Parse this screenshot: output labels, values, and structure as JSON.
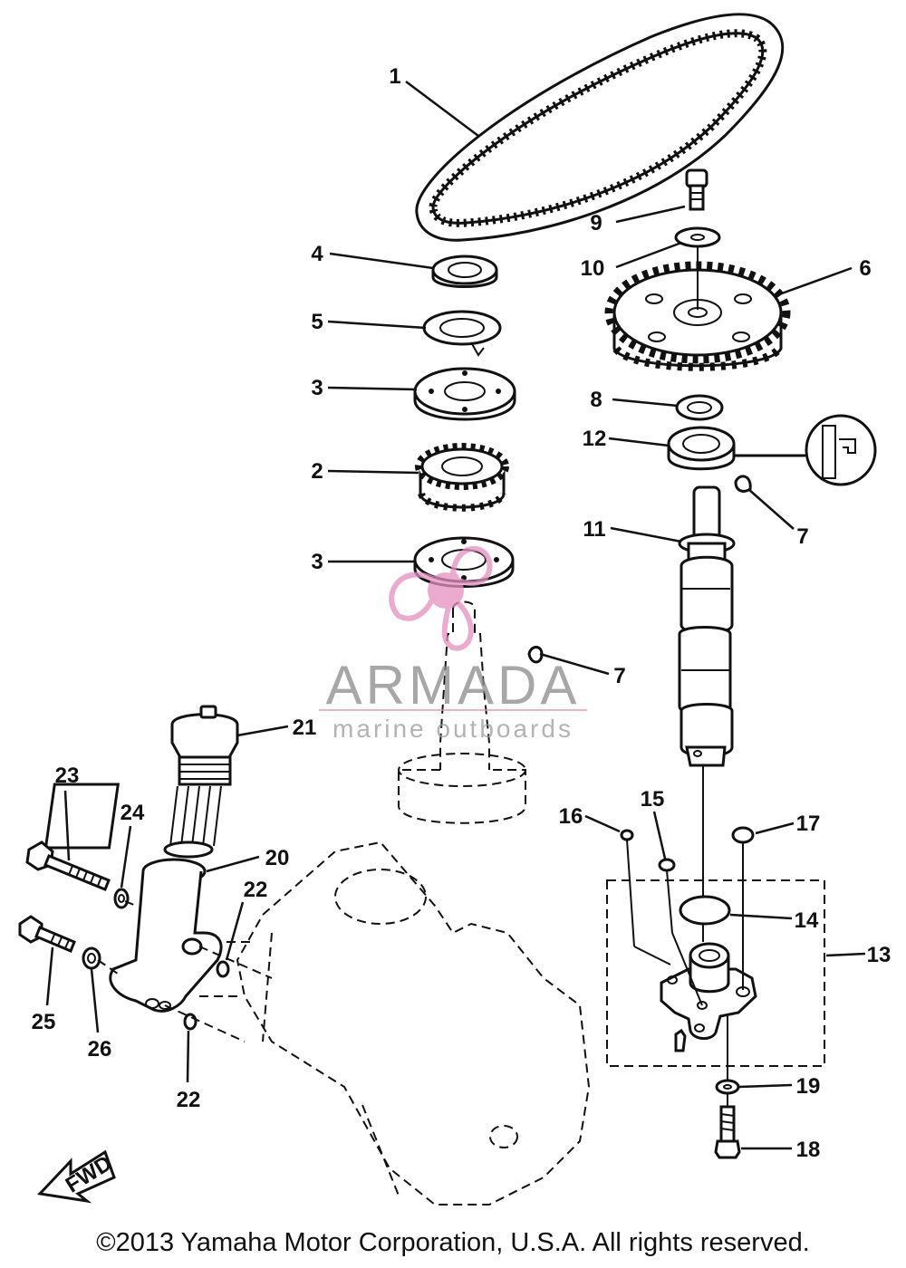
{
  "diagram": {
    "callouts": [
      "1",
      "2",
      "3",
      "3",
      "4",
      "5",
      "6",
      "7",
      "7",
      "8",
      "9",
      "10",
      "11",
      "12",
      "13",
      "14",
      "15",
      "16",
      "17",
      "18",
      "19",
      "20",
      "21",
      "22",
      "22",
      "23",
      "24",
      "25",
      "26"
    ],
    "fwd_label": "FWD"
  },
  "watermark": {
    "title": "ARMADA",
    "subtitle": "marine outboards",
    "color": "#e58fc0"
  },
  "footer": {
    "copyright": "©2013 Yamaha Motor Corporation, U.S.A. All rights reserved."
  }
}
